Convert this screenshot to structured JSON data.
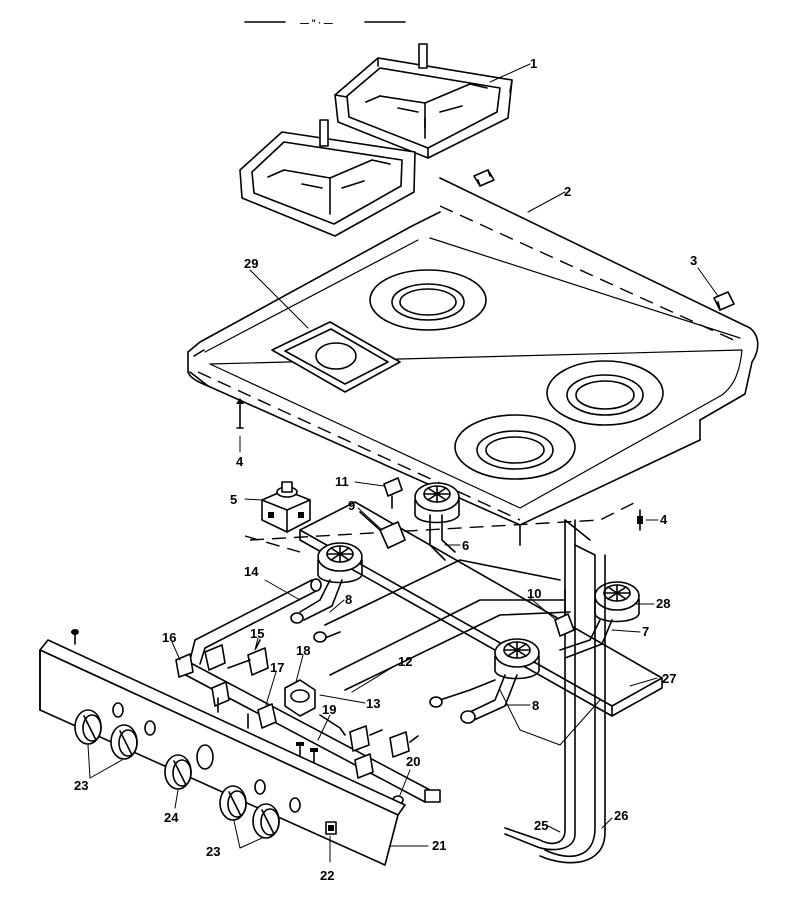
{
  "diagram": {
    "header_fragment": "— \" · —",
    "callouts": [
      {
        "id": "c1",
        "text": "1"
      },
      {
        "id": "c2",
        "text": "2"
      },
      {
        "id": "c3",
        "text": "3"
      },
      {
        "id": "c4a",
        "text": "4"
      },
      {
        "id": "c4b",
        "text": "4"
      },
      {
        "id": "c5",
        "text": "5"
      },
      {
        "id": "c6",
        "text": "6"
      },
      {
        "id": "c7",
        "text": "7"
      },
      {
        "id": "c8a",
        "text": "8"
      },
      {
        "id": "c8b",
        "text": "8"
      },
      {
        "id": "c9",
        "text": "9"
      },
      {
        "id": "c10",
        "text": "10"
      },
      {
        "id": "c11",
        "text": "11"
      },
      {
        "id": "c12",
        "text": "12"
      },
      {
        "id": "c13",
        "text": "13"
      },
      {
        "id": "c14",
        "text": "14"
      },
      {
        "id": "c15",
        "text": "15"
      },
      {
        "id": "c16",
        "text": "16"
      },
      {
        "id": "c17",
        "text": "17"
      },
      {
        "id": "c18",
        "text": "18"
      },
      {
        "id": "c19",
        "text": "19"
      },
      {
        "id": "c20",
        "text": "20"
      },
      {
        "id": "c21",
        "text": "21"
      },
      {
        "id": "c22",
        "text": "22"
      },
      {
        "id": "c23a",
        "text": "23"
      },
      {
        "id": "c23b",
        "text": "23"
      },
      {
        "id": "c24",
        "text": "24"
      },
      {
        "id": "c25",
        "text": "25"
      },
      {
        "id": "c26",
        "text": "26"
      },
      {
        "id": "c27",
        "text": "27"
      },
      {
        "id": "c28",
        "text": "28"
      },
      {
        "id": "c29",
        "text": "29"
      }
    ]
  }
}
